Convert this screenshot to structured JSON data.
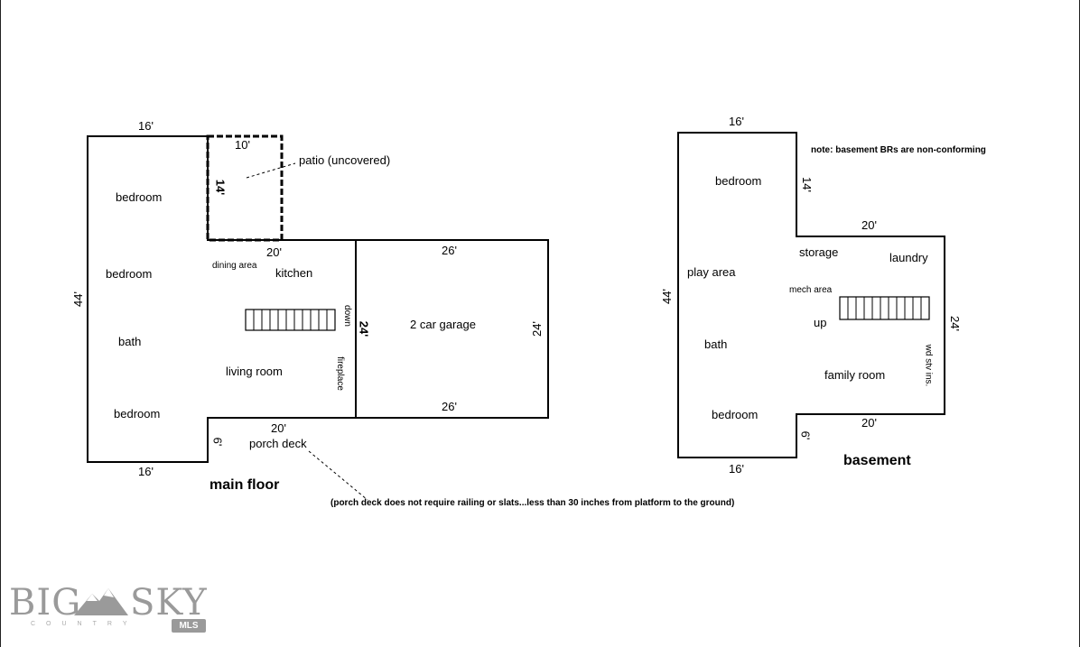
{
  "main_floor": {
    "title": "main floor",
    "dims": {
      "top_16": "16'",
      "patio_10": "10'",
      "patio_14": "14'",
      "left_44": "44'",
      "kitchen_20": "20'",
      "garage_top_26": "26'",
      "garage_left_24": "24'",
      "garage_right_24": "24'",
      "garage_bottom_26": "26'",
      "porch_20": "20'",
      "porch_6": "6'",
      "bottom_16": "16'"
    },
    "rooms": {
      "patio": "patio (uncovered)",
      "bedroom_1": "bedroom",
      "bedroom_2": "bedroom",
      "bath": "bath",
      "bedroom_3": "bedroom",
      "dining": "dining area",
      "kitchen": "kitchen",
      "down": "down",
      "living": "living room",
      "fireplace": "fireplace",
      "garage": "2 car garage",
      "porch": "porch deck"
    }
  },
  "basement": {
    "title": "basement",
    "note": "note: basement BRs are non-conforming",
    "dims": {
      "top_16": "16'",
      "right_14": "14'",
      "step_20": "20'",
      "left_44": "44'",
      "right_24": "24'",
      "bottom_20": "20'",
      "notch_6": "6'",
      "bottom_16": "16'"
    },
    "rooms": {
      "bedroom_top": "bedroom",
      "storage": "storage",
      "laundry": "laundry",
      "play": "play area",
      "mech": "mech area",
      "up": "up",
      "bath": "bath",
      "wood_stove": "wd stv ins.",
      "family": "family room",
      "bedroom_bottom": "bedroom"
    }
  },
  "porch_note": "(porch deck does not require railing or slats...less than 30 inches from platform to the ground)",
  "logo": {
    "big": "BIG",
    "sky": "SKY",
    "country": "COUNTRY",
    "mls": "MLS"
  }
}
